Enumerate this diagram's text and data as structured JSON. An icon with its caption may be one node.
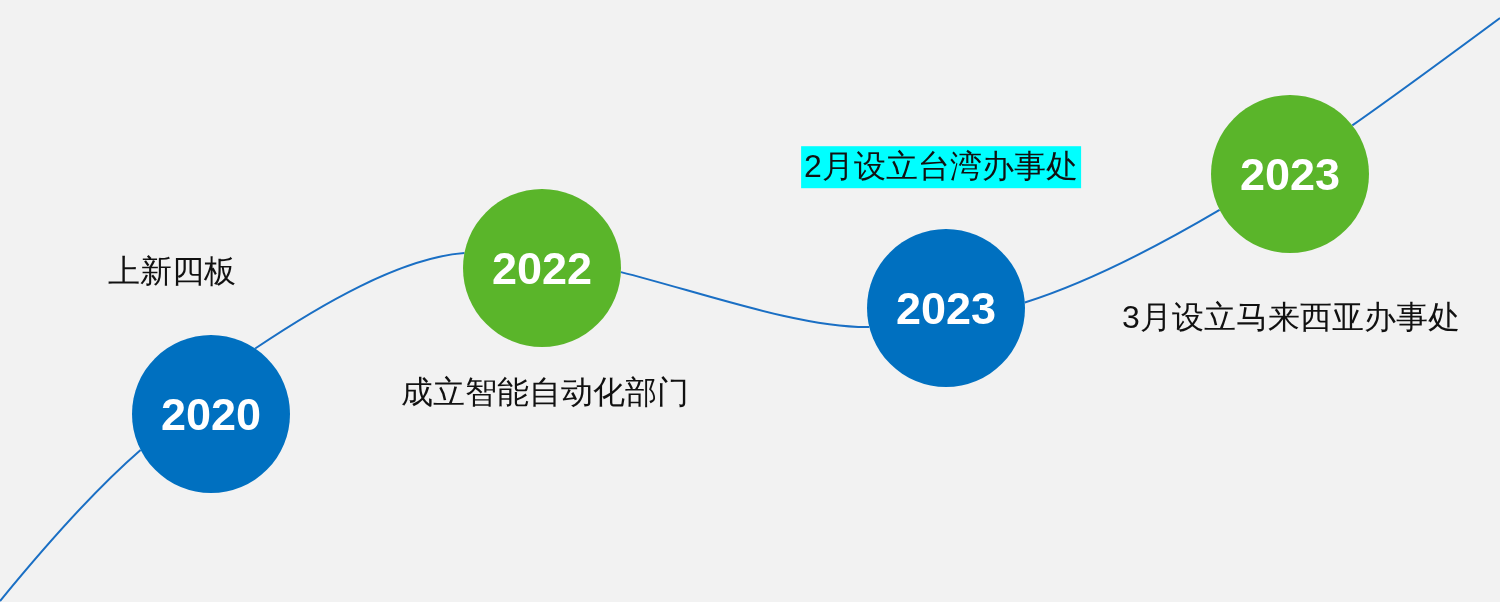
{
  "diagram": {
    "nodes": [
      {
        "text": [
          "2020"
        ],
        "beside": [
          "上新四板"
        ]
      },
      {
        "text": [
          "2022"
        ],
        "beside": [
          "成立智能自动化部门"
        ]
      },
      {
        "text": [
          "2023"
        ],
        "beside": [
          "2月设立台湾办事处"
        ]
      },
      {
        "text": [
          "2023"
        ],
        "beside": [
          "3月设立马来西亚办事处"
        ]
      }
    ],
    "edges": [
      {
        "from": null,
        "to": 0,
        "arrow": "none"
      },
      {
        "from": 0,
        "to": 1,
        "arrow": "none"
      },
      {
        "from": 1,
        "to": 2,
        "arrow": "none"
      },
      {
        "from": 2,
        "to": 3,
        "arrow": "none"
      },
      {
        "from": 3,
        "to": null,
        "arrow": "none"
      }
    ]
  }
}
